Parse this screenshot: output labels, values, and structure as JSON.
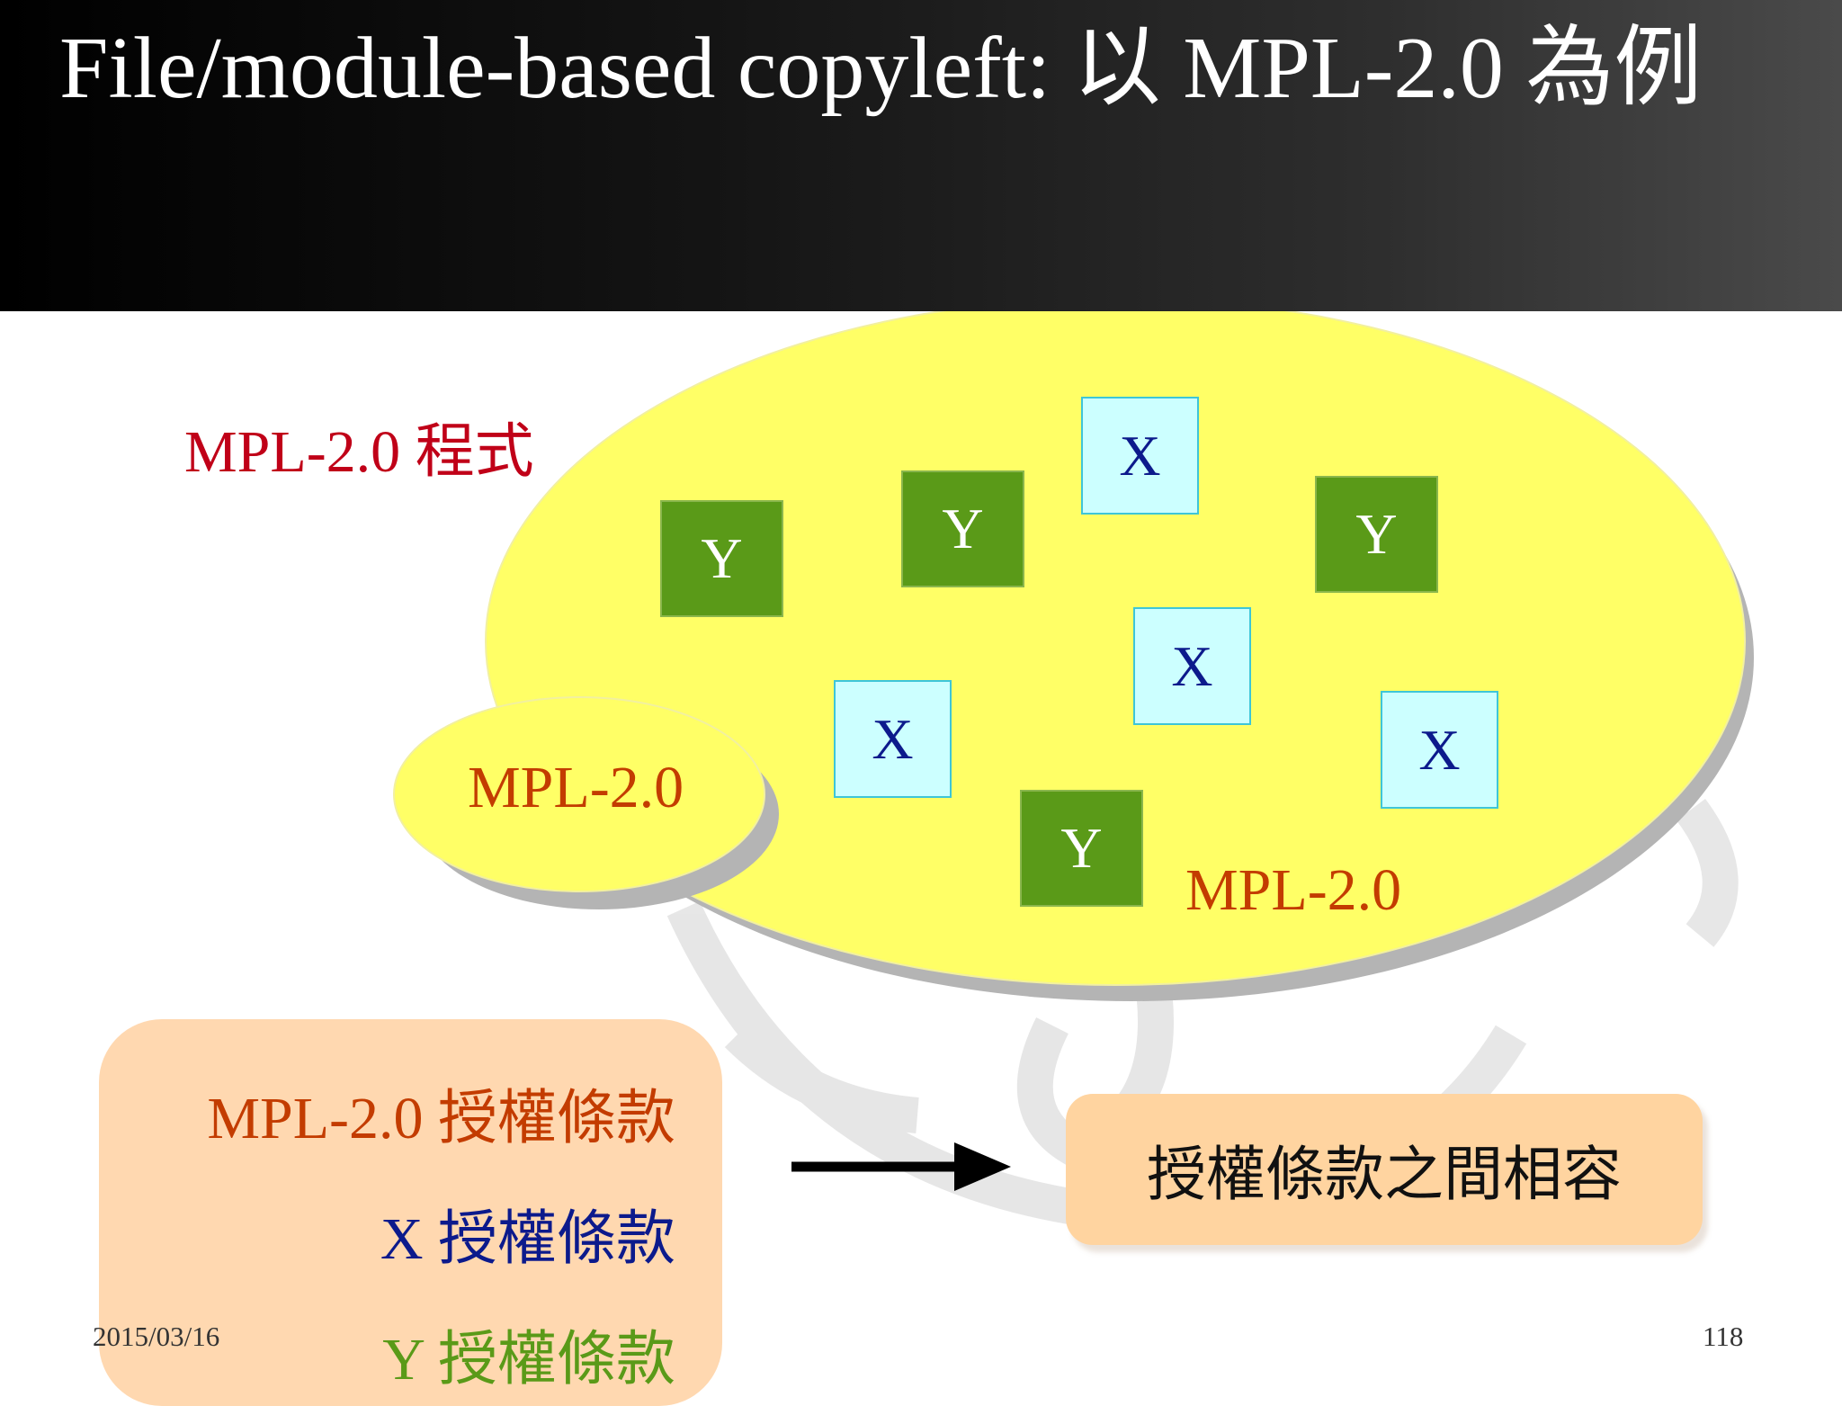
{
  "slide": {
    "title": "File/module-based copyleft:  以 MPL-2.0 為例",
    "date": "2015/03/16",
    "page_number": "118"
  },
  "diagram": {
    "program_label": "MPL-2.0 程式",
    "small_module_label": "MPL-2.0",
    "large_module_label": "MPL-2.0",
    "x_box_label": "X",
    "y_box_label": "Y",
    "x_boxes": [
      "X",
      "X",
      "X",
      "X"
    ],
    "y_boxes": [
      "Y",
      "Y",
      "Y",
      "Y"
    ]
  },
  "legend": {
    "mpl_terms": "MPL-2.0 授權條款",
    "x_terms": "X 授權條款",
    "y_terms": "Y 授權條款"
  },
  "result": {
    "text": "授權條款之間相容"
  },
  "colors": {
    "ellipse_fill": "#ffff66",
    "x_box_fill": "#ccffff",
    "y_box_fill": "#5a9a18",
    "legend_fill": "#ffd8b0",
    "mpl_text": "#c33c00",
    "x_text": "#0c1a8c",
    "y_text": "#5a9a18",
    "program_label": "#c00018"
  }
}
